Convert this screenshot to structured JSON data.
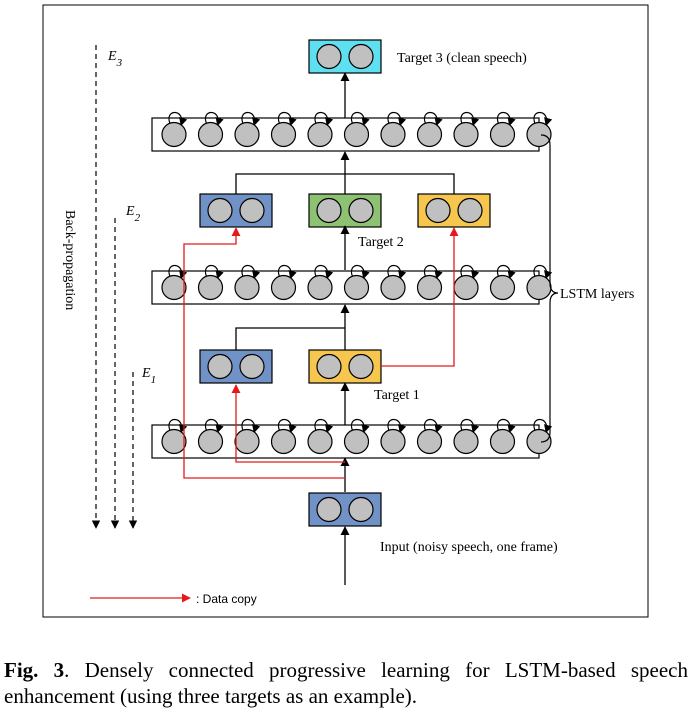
{
  "labels": {
    "target3": "Target 3 (clean speech)",
    "target2": "Target 2",
    "target1": "Target 1",
    "input": "Input (noisy speech, one frame)",
    "lstm_layers": "LSTM layers",
    "backprop": "Back-propagation",
    "e3_base": "E",
    "e3_sub": "3",
    "e2_base": "E",
    "e2_sub": "2",
    "e1_base": "E",
    "e1_sub": "1",
    "legend": ": Data copy"
  },
  "caption": {
    "label": "Fig. 3",
    "text": ".  Densely connected progressive learning for LSTM-based speech enhancement (using three targets as an example)."
  },
  "colors": {
    "neuron": "#c0c0c0",
    "blue_box": "#7092c6",
    "green_box": "#8ec273",
    "yellow_box": "#f7c64e",
    "cyan_box": "#5ee0f0",
    "data_copy": "#e41a1a"
  }
}
